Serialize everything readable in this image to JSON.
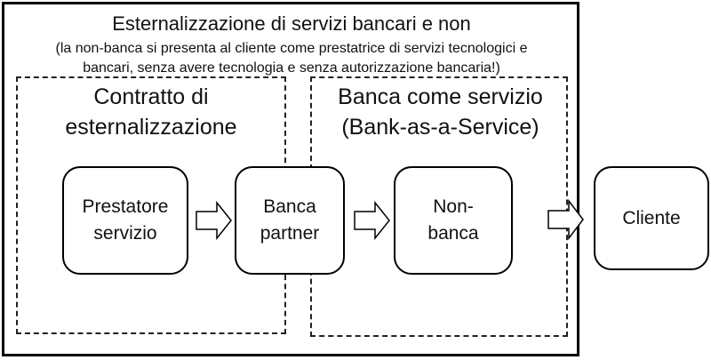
{
  "title": "Esternalizzazione di servizi bancari e non",
  "subtitle_line1": "(la non-banca si presenta al cliente come prestatrice di servizi tecnologici e",
  "subtitle_line2": "bancari, senza avere tecnologia e senza autorizzazione bancaria!)",
  "left_region": {
    "line1": "Contratto di",
    "line2": "esternalizzazione"
  },
  "right_region": {
    "line1": "Banca come servizio",
    "line2": "(Bank-as-a-Service)"
  },
  "nodes": [
    {
      "line1": "Prestatore",
      "line2": "servizio"
    },
    {
      "line1": "Banca",
      "line2": "partner"
    },
    {
      "line1": "Non-",
      "line2": "banca"
    },
    {
      "line1": "Cliente"
    }
  ]
}
